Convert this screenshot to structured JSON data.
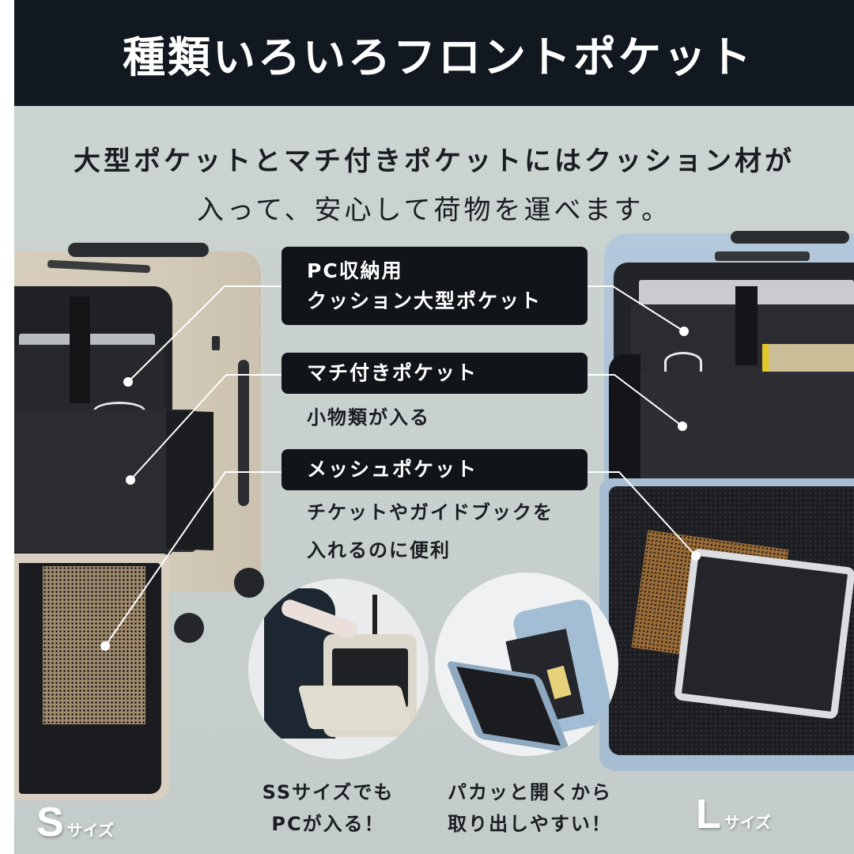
{
  "banner": {
    "title": "種類いろいろフロントポケット"
  },
  "lead": {
    "line1": "大型ポケットとマチ付きポケットにはクッション材が",
    "line2": "入って、安心して荷物を運べます。"
  },
  "callouts": [
    {
      "title_line1": "PC収納用",
      "title_line2": "クッション大型ポケット",
      "description": []
    },
    {
      "title_line1": "マチ付きポケット",
      "description": [
        "小物類が入る"
      ]
    },
    {
      "title_line1": "メッシュポケット",
      "description": [
        "チケットやガイドブックを",
        "入れるのに便利"
      ]
    }
  ],
  "photos": [
    {
      "caption_line1": "SSサイズでも",
      "caption_line2": "PCが入る！"
    },
    {
      "caption_line1": "パカッと開くから",
      "caption_line2": "取り出しやすい！"
    }
  ],
  "sizes": {
    "left": {
      "letter": "S",
      "word": "サイズ"
    },
    "right": {
      "letter": "L",
      "word": "サイズ"
    }
  },
  "colors": {
    "banner": "#121820",
    "background": "#c9d1cf",
    "label_box": "#111519",
    "suitcase_s": "#d4cbba",
    "suitcase_l": "#a9c0d6",
    "callout_line": "#ffffff"
  }
}
